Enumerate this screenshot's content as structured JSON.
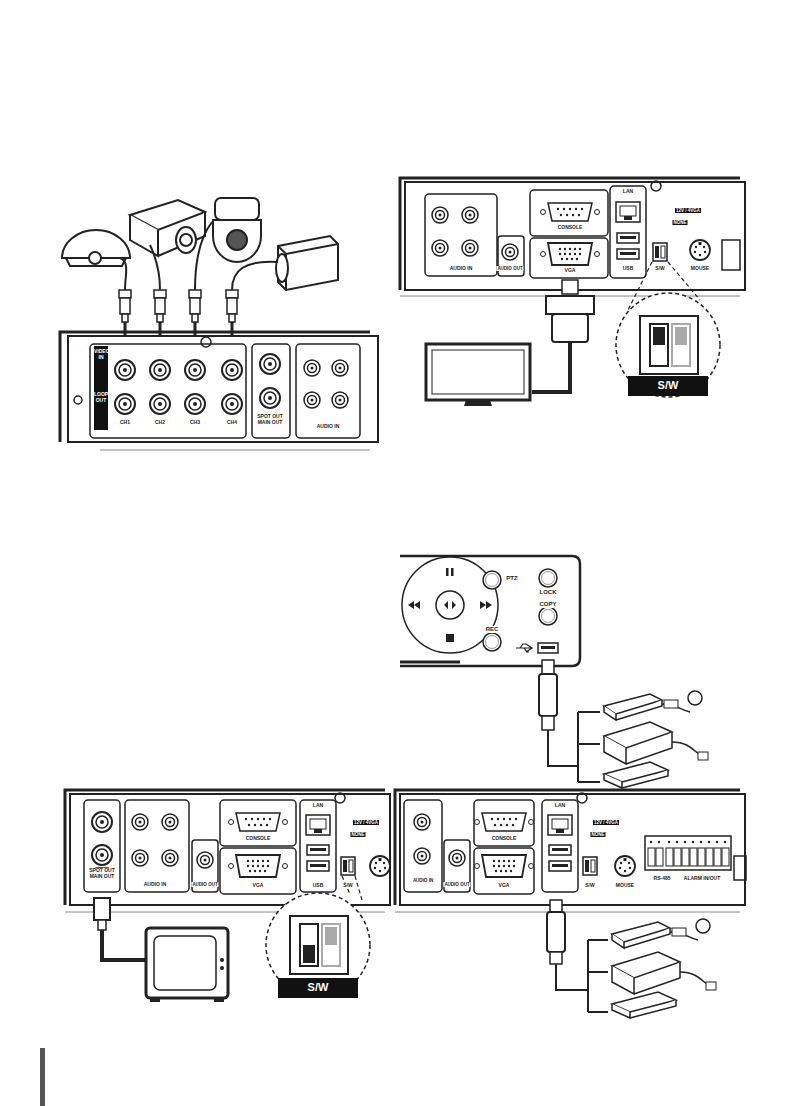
{
  "diagram": {
    "labels": [
      "VIDEO IN",
      "LOOP OUT",
      "CH1",
      "CH2",
      "CH3",
      "CH4",
      "SPOT OUT MAIN OUT",
      "AUDIO IN",
      "CONSOLE",
      "AUDIO IN",
      "AUDIO OUT",
      "VGA",
      "LAN",
      "12V / 4VGA",
      "NONE",
      "USB",
      "S/W",
      "MOUSE",
      "S/W",
      "PTZ",
      "LOCK",
      "COPY",
      "REC",
      "SPOT OUT MAIN OUT",
      "AUDIO IN",
      "AUDIO OUT",
      "CONSOLE",
      "VGA",
      "LAN",
      "12V / 4VGA",
      "NONE",
      "USB",
      "S/W",
      "S/W",
      "AUDIO IN",
      "AUDIO OUT",
      "CONSOLE",
      "VGA",
      "LAN",
      "12V / 4VGA",
      "NONE",
      "S/W",
      "MOUSE",
      "RS-485",
      "ALARM IN/OUT"
    ]
  }
}
